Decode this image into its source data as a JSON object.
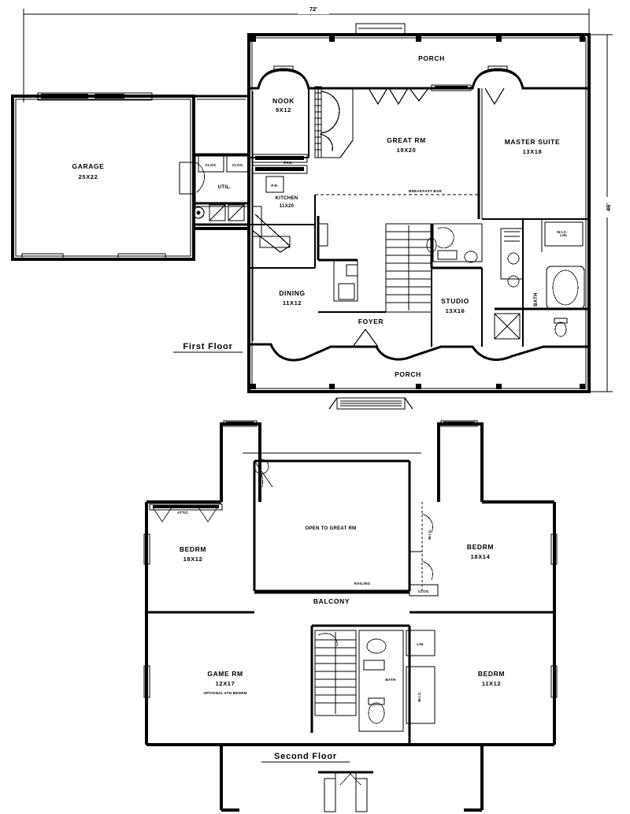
{
  "document": {
    "type": "architectural-floor-plan",
    "sheet_titles": {
      "first_floor": "First Floor",
      "second_floor": "Second Floor"
    }
  },
  "dimensions": {
    "overall_width": "72'",
    "overall_depth": "46'"
  },
  "first_floor": {
    "rooms": [
      {
        "id": "garage",
        "name": "GARAGE",
        "size": "25X22"
      },
      {
        "id": "nook",
        "name": "NOOK",
        "size": "9X12"
      },
      {
        "id": "great-room",
        "name": "GREAT RM",
        "size": "19X20"
      },
      {
        "id": "master-suite",
        "name": "MASTER SUITE",
        "size": "13X18"
      },
      {
        "id": "kitchen",
        "name": "KITCHEN",
        "size": "11X20"
      },
      {
        "id": "dining",
        "name": "DINING",
        "size": "11X12"
      },
      {
        "id": "studio",
        "name": "STUDIO",
        "size": "13X16"
      }
    ],
    "spaces": [
      {
        "id": "porch-front",
        "name": "PORCH"
      },
      {
        "id": "porch-rear",
        "name": "PORCH"
      },
      {
        "id": "foyer",
        "name": "FOYER"
      },
      {
        "id": "utility",
        "name": "UTIL."
      },
      {
        "id": "bath-master",
        "name": "BATH"
      }
    ],
    "annotations": [
      {
        "id": "breakfast-bar",
        "text": "BREAKFAST BAR"
      },
      {
        "id": "closet-1",
        "text": "CLOS."
      },
      {
        "id": "closet-2",
        "text": "CLOS."
      },
      {
        "id": "pantry",
        "text": "PAN."
      },
      {
        "id": "wic",
        "text": "W.I.C."
      },
      {
        "id": "linen",
        "text": "LIN."
      },
      {
        "id": "powder",
        "text": "P.R."
      }
    ]
  },
  "second_floor": {
    "rooms": [
      {
        "id": "bedrm-left",
        "name": "BEDRM",
        "size": "18X12"
      },
      {
        "id": "bedrm-right",
        "name": "BEDRM",
        "size": "18X14"
      },
      {
        "id": "bedrm-lower-right",
        "name": "BEDRM",
        "size": "11X12"
      },
      {
        "id": "game-rm",
        "name": "GAME RM",
        "size": "12X17",
        "note": "OPTIONAL 5TH BEDRM"
      }
    ],
    "spaces": [
      {
        "id": "open-to-great-room",
        "name": "OPEN TO GREAT RM"
      },
      {
        "id": "balcony",
        "name": "BALCONY"
      },
      {
        "id": "bath-upper",
        "name": "BATH"
      }
    ],
    "annotations": [
      {
        "id": "railing",
        "text": "RAILING"
      },
      {
        "id": "attic",
        "text": "ATTIC"
      },
      {
        "id": "wic-up",
        "text": "W.I.C."
      },
      {
        "id": "clos-up",
        "text": "CLOS."
      },
      {
        "id": "lin-up",
        "text": "LIN."
      }
    ]
  },
  "colors": {
    "ink": "#000000",
    "paper": "#ffffff"
  }
}
